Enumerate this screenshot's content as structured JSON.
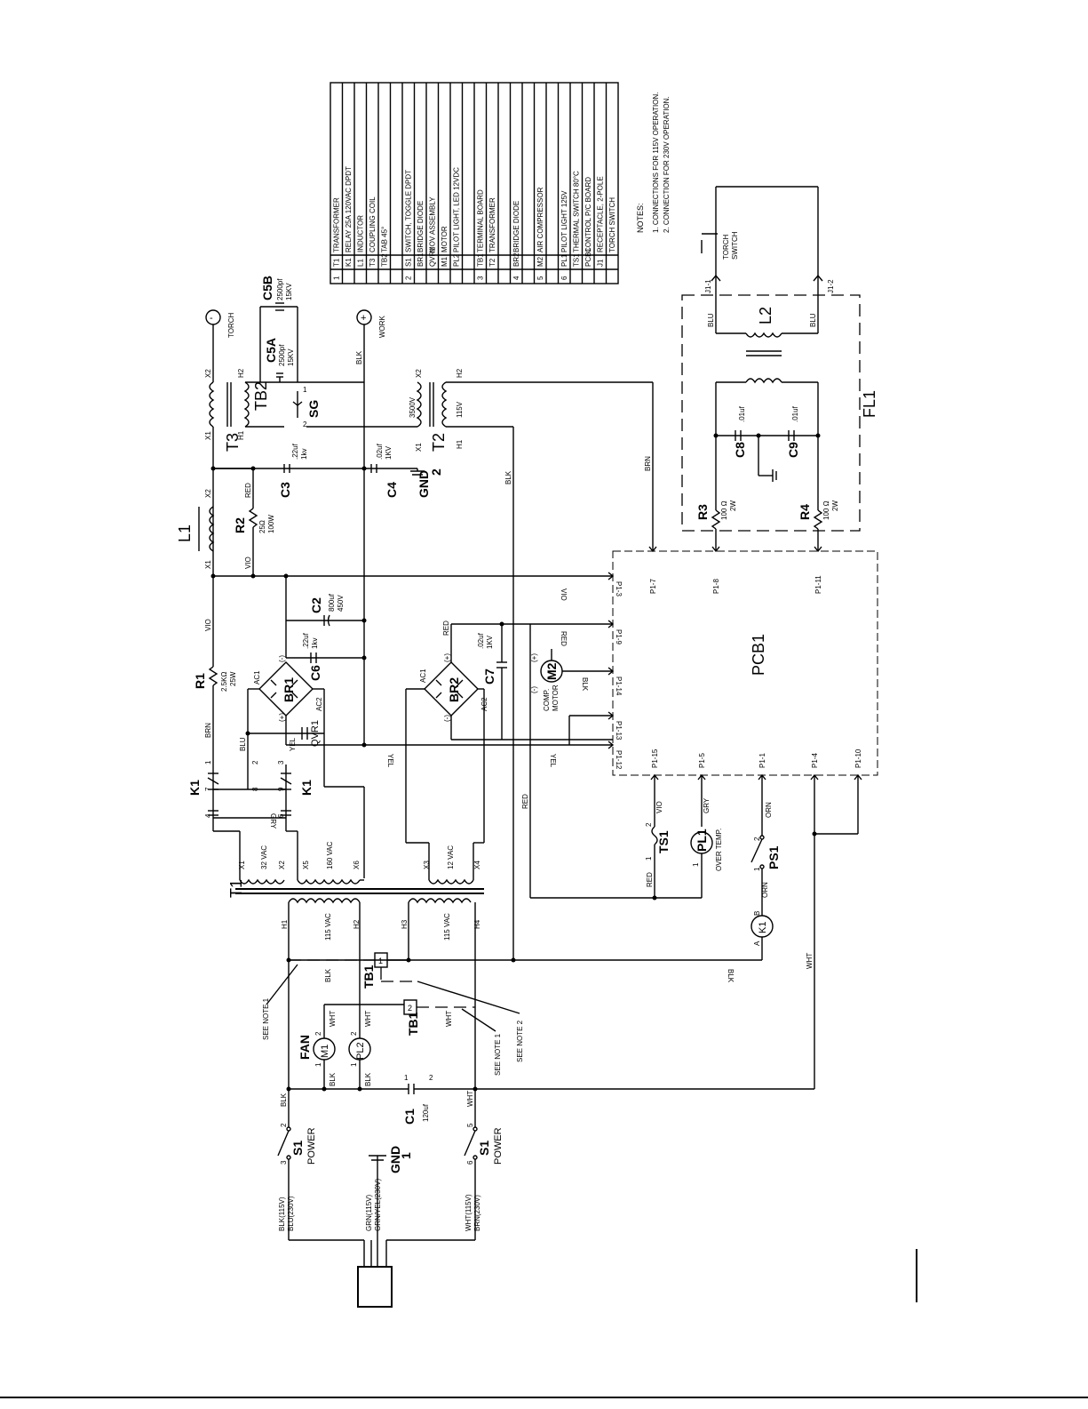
{
  "legend": {
    "rows": [
      {
        "group": "1",
        "ref": "T1",
        "desc": "TRANSFORMER"
      },
      {
        "group": "",
        "ref": "K1",
        "desc": "RELAY 25A 120VAC DPDT"
      },
      {
        "group": "",
        "ref": "L1",
        "desc": "INDUCTOR"
      },
      {
        "group": "",
        "ref": "T3",
        "desc": "COUPLING COIL"
      },
      {
        "group": "",
        "ref": "TB2",
        "desc": "TAB 45°"
      },
      {
        "group": "",
        "ref": "",
        "desc": ""
      },
      {
        "group": "2",
        "ref": "S1",
        "desc": "SWITCH, TOGGLE DPDT"
      },
      {
        "group": "",
        "ref": "BR1",
        "desc": "BRIDGE DIODE"
      },
      {
        "group": "",
        "ref": "QVR1",
        "desc": "MOV ASSEMBLY"
      },
      {
        "group": "",
        "ref": "M1",
        "desc": "MOTOR"
      },
      {
        "group": "",
        "ref": "PL2",
        "desc": "PILOT LIGHT, LED 12VDC"
      },
      {
        "group": "",
        "ref": "",
        "desc": ""
      },
      {
        "group": "3",
        "ref": "TB1",
        "desc": "TERMINAL BOARD"
      },
      {
        "group": "",
        "ref": "T2",
        "desc": "TRANSFORMER"
      },
      {
        "group": "",
        "ref": "",
        "desc": ""
      },
      {
        "group": "4",
        "ref": "BR2",
        "desc": "BRIDGE DIODE"
      },
      {
        "group": "",
        "ref": "",
        "desc": ""
      },
      {
        "group": "5",
        "ref": "M2",
        "desc": "AIR COMPRESSOR"
      },
      {
        "group": "",
        "ref": "",
        "desc": ""
      },
      {
        "group": "6",
        "ref": "PL1",
        "desc": "PILOT LIGHT 125V"
      },
      {
        "group": "",
        "ref": "TS1",
        "desc": "THERMAL SWITCH 80°C"
      },
      {
        "group": "",
        "ref": "PCB1",
        "desc": "CONTROL P/C BOARD"
      },
      {
        "group": "",
        "ref": "J1",
        "desc": "RECEPTACLE, 2-POLE"
      },
      {
        "group": "",
        "ref": "",
        "desc": "TORCH SWITCH"
      }
    ]
  },
  "notes": {
    "title": "NOTES:",
    "items": [
      "1. CONNECTIONS FOR 115V OPERATION.",
      "2. CONNECTION FOR 230V OPERATION."
    ]
  },
  "components": {
    "torch": "TORCH",
    "work": "WORK",
    "torch_sign": "-",
    "work_sign": "+",
    "t3": "T3",
    "t3_h1": "H1",
    "t3_h2": "H2",
    "t3_x1": "X1",
    "t3_x2": "X2",
    "tb2": "TB2",
    "c5a": "C5A",
    "c5a_val": "2500pf",
    "c5a_kv": "15KV",
    "c5b": "C5B",
    "c5b_val": "2500pf",
    "c5b_kv": "15KV",
    "sg": "SG",
    "t2": "T2",
    "t2_hv": "3500V",
    "t2_lv": "115V",
    "l1": "L1",
    "r2": "R2",
    "r2_val": "25Ω",
    "r2_w": "100W",
    "c3": "C3",
    "c3_val": ".22uf",
    "c3_kv": "1kv",
    "c4": "C4",
    "c4_val": ".02uf",
    "c4_kv": "1KV",
    "gnd2": "GND",
    "gnd2_n": "2",
    "r1": "R1",
    "r1_val": "2.5KΩ",
    "r1_w": "25W",
    "c2": "C2",
    "c2_val": "800uf",
    "c2_v": "450V",
    "c6": "C6",
    "c6_val": ".22uf",
    "c6_kv": "1kv",
    "br1": "BR1",
    "qvr1": "QVR1",
    "br2": "BR2",
    "c7": "C7",
    "c7_val": ".02uf",
    "c7_kv": "1KV",
    "m2": "M2",
    "comp_motor": "COMP.",
    "comp_motor2": "MOTOR",
    "k1": "K1",
    "t1": "T1",
    "t1_32": "32 VAC",
    "t1_160": "160 VAC",
    "t1_12": "12 VAC",
    "t1_115a": "115 VAC",
    "t1_115b": "115 VAC",
    "pcb1": "PCB1",
    "l2": "L2",
    "fl1": "FL1",
    "c8": "C8",
    "c8_val": ".01uf",
    "c9": "C9",
    "c9_val": ".01uf",
    "r3": "R3",
    "r3_val": "100 Ω",
    "r3_w": "2W",
    "r4": "R4",
    "r4_val": "100 Ω",
    "r4_w": "2W",
    "j1_1": "J1-1",
    "j1_2": "J1-2",
    "torch_switch": "TORCH",
    "torch_switch2": "SWITCH",
    "ts1": "TS1",
    "pl1": "PL1",
    "over_temp": "OVER TEMP.",
    "ps1": "PS1",
    "fan": "FAN",
    "m1": "M1",
    "pl2": "PL2",
    "tb1": "TB1",
    "c1": "C1",
    "c1_val": "120uf",
    "s1": "S1",
    "power": "POWER",
    "gnd1": "GND",
    "gnd1_n": "1",
    "see_note1": "SEE NOTE 1",
    "see_note2": "SEE NOTE 2"
  },
  "pins": {
    "p1_3": "P1-3",
    "p1_7": "P1-7",
    "p1_8": "P1-8",
    "p1_11": "P1-11",
    "p1_9": "P1-9",
    "p1_14": "P1-14",
    "p1_13": "P1-13",
    "p1_12": "P1-12",
    "p1_15": "P1-15",
    "p1_5": "P1-5",
    "p1_1": "P1-1",
    "p1_4": "P1-4",
    "p1_10": "P1-10"
  },
  "wires": {
    "blk": "BLK",
    "brn": "BRN",
    "vio": "VIO",
    "red": "RED",
    "yel": "YEL",
    "blu": "BLU",
    "gry": "GRY",
    "orn": "ORN",
    "wht": "WHT",
    "blk_115": "BLK(115V)",
    "blu_230": "BLU(230V)",
    "wht_115": "WHT(115V)",
    "brn_230": "BRN(230V)",
    "grn_115": "GRN(115V)",
    "grn_yel_230": "GRN/YEL(230V)"
  },
  "terminals": {
    "n1": "1",
    "n2": "2",
    "n3": "3",
    "n4": "4",
    "n5": "5",
    "n6": "6",
    "n7": "7",
    "n8": "8",
    "n9": "9",
    "ac1": "AC1",
    "ac2": "AC2",
    "plus": "(+)",
    "minus": "(-)",
    "x1": "X1",
    "x2": "X2",
    "x3": "X3",
    "x4": "X4",
    "x5": "X5",
    "x6": "X6",
    "h1": "H1",
    "h2": "H2",
    "h3": "H3",
    "h4": "H4",
    "a": "A",
    "b": "B"
  }
}
